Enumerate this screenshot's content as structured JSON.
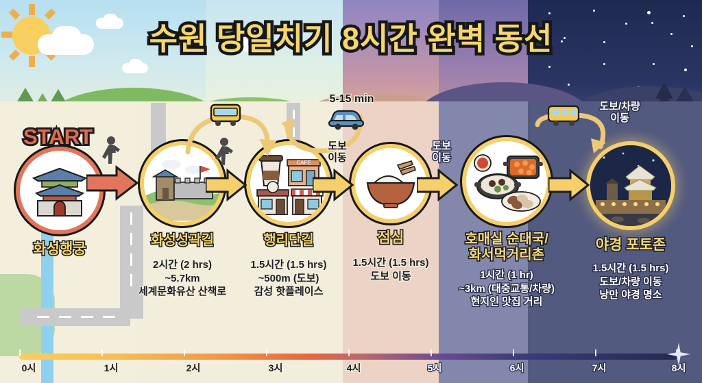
{
  "title": "수원 당일치기 8시간 완벽 동선",
  "start_label": "START",
  "colors": {
    "title_fill": "#f6d76d",
    "title_stroke": "#16171b",
    "start": "#e46a4e",
    "ring_gold": "#f4cf6b",
    "ring_red": "#e2765c",
    "name_yellow": "#f5d36a"
  },
  "stops": [
    {
      "id": "hwaseong-haenggung",
      "name": "화성행궁",
      "icon": "palace-gate-icon",
      "details": "",
      "ring": "red"
    },
    {
      "id": "hwaseong-fortress-trail",
      "name": "화성성곽길",
      "icon": "fortress-wall-icon",
      "details": "2시간 (2 hrs)\n~5.7km\n세계문화유산 산책로",
      "ring": "gold"
    },
    {
      "id": "haengridangil",
      "name": "행리단길",
      "icon": "cafe-street-icon",
      "details": "1.5시간 (1.5 hrs)\n~500m (도보)\n감성 핫플레이스",
      "ring": "gold"
    },
    {
      "id": "lunch",
      "name": "점심",
      "icon": "rice-bowl-icon",
      "details": "1.5시간 (1.5 hrs)\n도보 이동",
      "ring": "gold"
    },
    {
      "id": "homaesil-sundaeguk",
      "name": "호매실 순대국/\n화서먹거리촌",
      "icon": "korean-stew-icon",
      "details": "1시간 (1 hr)\n~3km (대중교통/차량)\n현지인 맛집 거리",
      "ring": "gold"
    },
    {
      "id": "night-photo-zone",
      "name": "야경 포토존",
      "icon": "night-fortress-photo-icon",
      "details": "1.5시간 (1.5 hrs)\n도보/차량 이동\n낭만 야경 명소",
      "ring": "glow"
    }
  ],
  "transits": [
    {
      "id": "t1",
      "label": "",
      "mode_icon": "walking-person-icon",
      "arrow_color": "#e2765c"
    },
    {
      "id": "t2",
      "label": "",
      "mode_icon": "walking-person-icon",
      "arrow_color": "#f5cf6a"
    },
    {
      "id": "t3",
      "label": "",
      "mode_icon": "bus-icon",
      "arrow_color": "#f5cf6a"
    },
    {
      "id": "t4",
      "label": "5-15 min",
      "mode_icon": "car-icon",
      "arrow_color": "#f5cf6a"
    },
    {
      "id": "t5",
      "label": "도보\n이동",
      "mode_icon": "",
      "arrow_color": "#f5cf6a"
    },
    {
      "id": "t6",
      "label": "도보\n이동",
      "mode_icon": "",
      "arrow_color": "#f5cf6a"
    },
    {
      "id": "t7",
      "label": "도보/차량\n이동",
      "mode_icon": "bus-icon",
      "arrow_color": "#f5cf6a"
    }
  ],
  "timeline": {
    "ticks": [
      "0시",
      "1시",
      "2시",
      "3시",
      "4시",
      "5시",
      "6시",
      "7시",
      "8시"
    ],
    "end_icon": "sparkle-icon"
  }
}
